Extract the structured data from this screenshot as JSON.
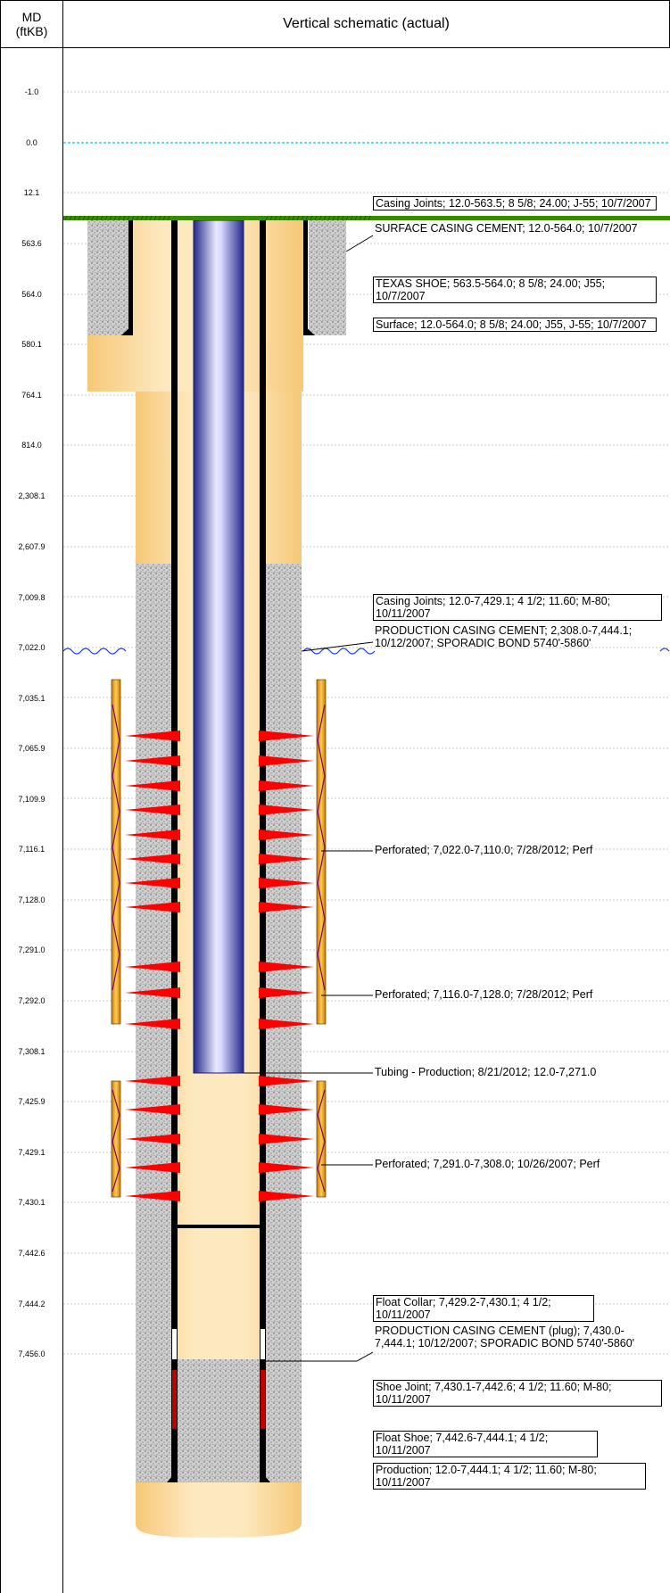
{
  "header": {
    "md_label": "MD\n(ftKB)",
    "title": "Vertical schematic (actual)"
  },
  "depth_ticks": [
    "-1.0",
    "0.0",
    "12.1",
    "563.6",
    "564.0",
    "580.1",
    "764.1",
    "814.0",
    "2,308.1",
    "2,607.9",
    "7,009.8",
    "7,022.0",
    "7,035.1",
    "7,065.9",
    "7,109.9",
    "7,116.1",
    "7,128.0",
    "7,291.0",
    "7,292.0",
    "7,308.1",
    "7,425.9",
    "7,429.1",
    "7,430.1",
    "7,442.6",
    "7,444.2",
    "7,456.0"
  ],
  "annotations": {
    "casing_joints_surface": "Casing Joints; 12.0-563.5; 8 5/8; 24.00; J-55; 10/7/2007",
    "surface_casing_cement": "SURFACE CASING CEMENT; 12.0-564.0; 10/7/2007",
    "texas_shoe": "TEXAS SHOE; 563.5-564.0; 8 5/8; 24.00; J55; 10/7/2007",
    "surface": "Surface; 12.0-564.0; 8 5/8; 24.00; J55, J-55; 10/7/2007",
    "casing_joints_production": "Casing Joints; 12.0-7,429.1; 4 1/2; 11.60; M-80; 10/11/2007",
    "production_casing_cement": "PRODUCTION CASING CEMENT; 2,308.0-7,444.1; 10/12/2007; SPORADIC BOND 5740'-5860'",
    "perforated_1": "Perforated; 7,022.0-7,110.0; 7/28/2012; Perf",
    "perforated_2": "Perforated; 7,116.0-7,128.0; 7/28/2012; Perf",
    "tubing": "Tubing - Production; 8/21/2012; 12.0-7,271.0",
    "perforated_3": "Perforated; 7,291.0-7,308.0; 10/26/2007; Perf",
    "float_collar": "Float Collar; 7,429.2-7,430.1; 4 1/2; 10/11/2007",
    "production_casing_cement_plug": "PRODUCTION CASING CEMENT (plug); 7,430.0-7,444.1; 10/12/2007; SPORADIC BOND 5740'-5860'",
    "shoe_joint": "Shoe Joint; 7,430.1-7,442.6; 4 1/2; 11.60; M-80; 10/11/2007",
    "float_shoe": "Float Shoe; 7,442.6-7,444.1; 4 1/2; 10/11/2007",
    "production": "Production; 12.0-7,444.1; 4 1/2; 11.60; M-80; 10/11/2007"
  },
  "colors": {
    "hole_fill": "#f8d89a",
    "cement_fill": "#c8c8c8",
    "tubing_blue": "#3a3fb0",
    "perforation_red": "#ff0000",
    "ground_green": "#3a8a00",
    "water_line": "#00c8d8",
    "fluid_blue": "#1a3cff"
  }
}
